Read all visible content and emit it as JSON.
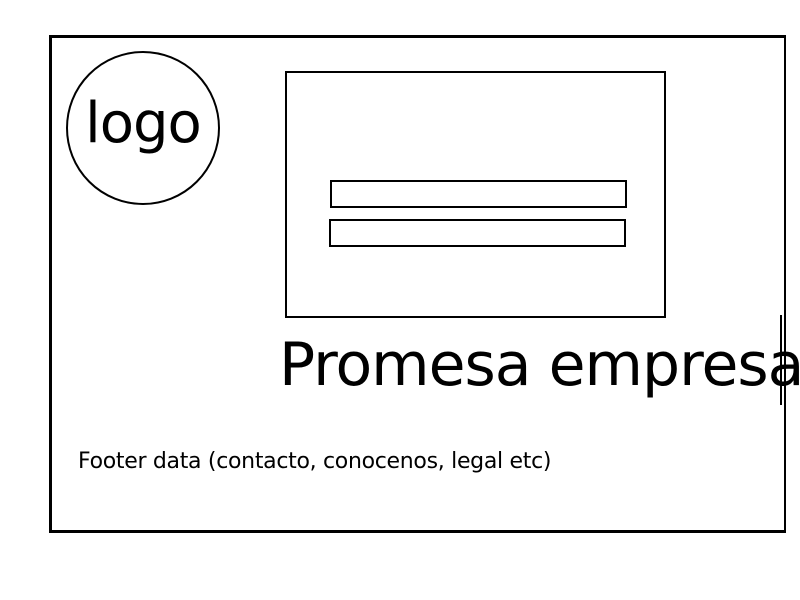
{
  "header": {
    "logo_label": "logo"
  },
  "main": {
    "promise_text": "Promesa empresa"
  },
  "footer": {
    "text": "Footer data (contacto, conocenos, legal etc)"
  },
  "colors": {
    "stroke": "#000000",
    "background": "#ffffff"
  }
}
